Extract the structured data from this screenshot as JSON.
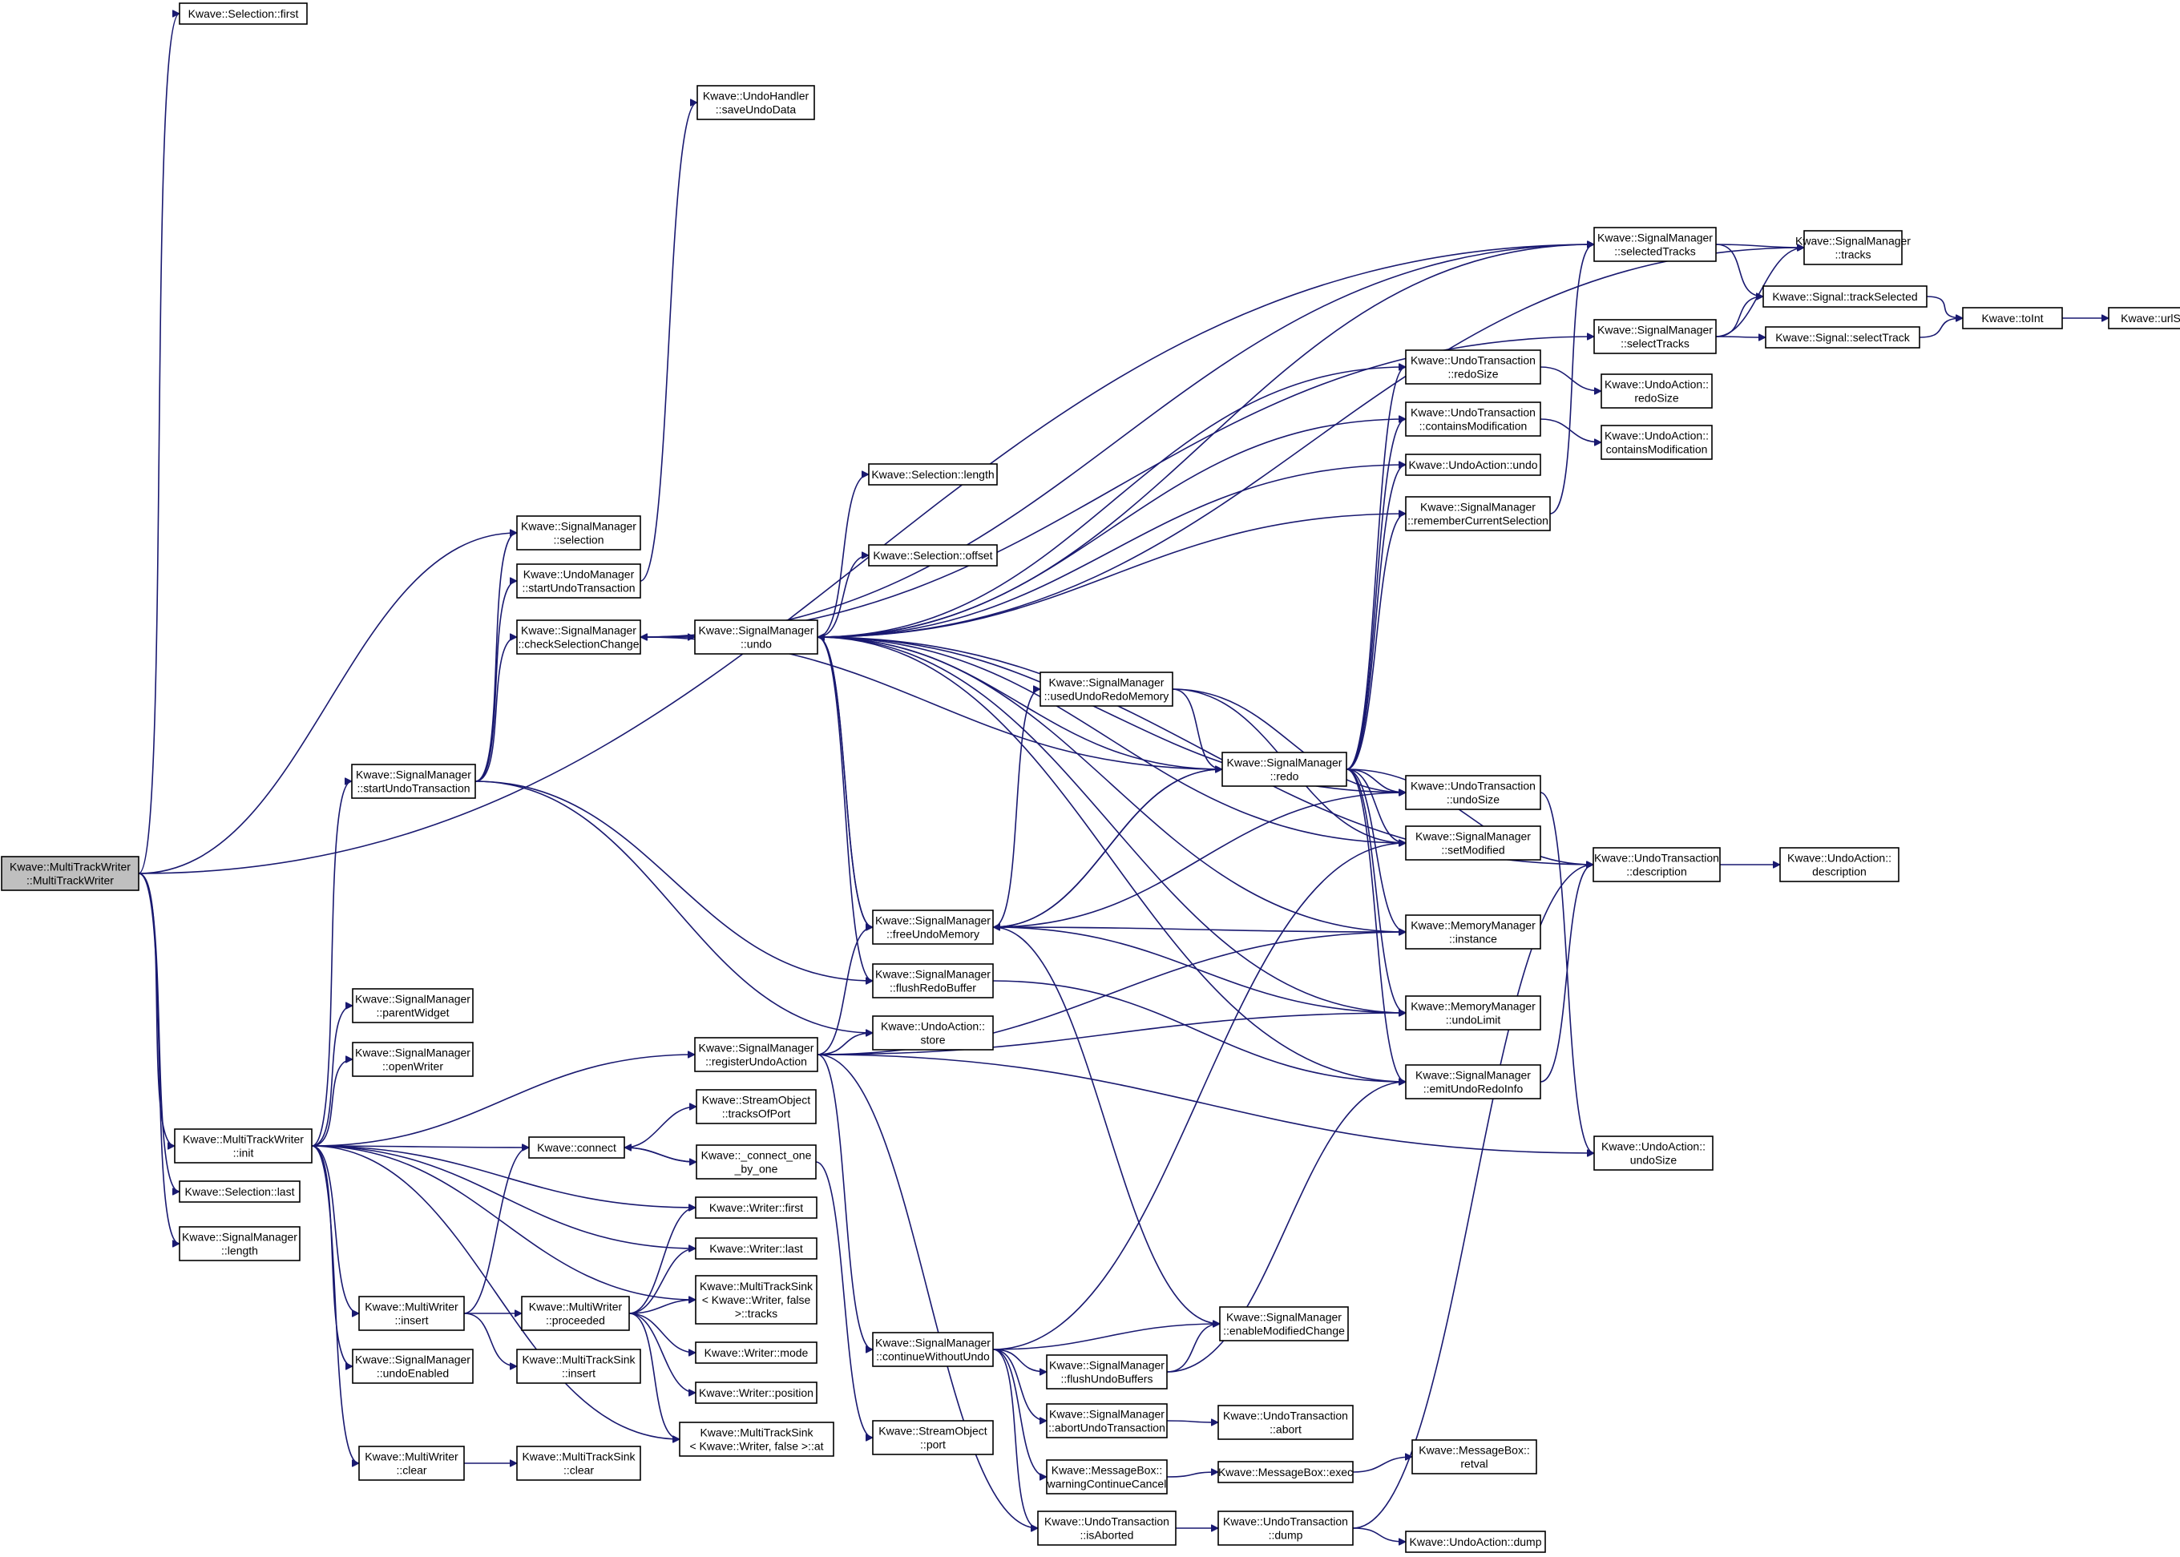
{
  "diagram": {
    "type": "call-graph",
    "root": "root",
    "colors": {
      "edge": "#191970",
      "node_border": "#000000",
      "node_fill": "#ffffff",
      "root_fill": "#bfbfbf"
    },
    "nodes": [
      {
        "id": "root",
        "lines": [
          "Kwave::MultiTrackWriter",
          "::MultiTrackWriter"
        ]
      },
      {
        "id": "sel_first",
        "lines": [
          "Kwave::Selection::first"
        ]
      },
      {
        "id": "sm_selection",
        "lines": [
          "Kwave::SignalManager",
          "::selection"
        ]
      },
      {
        "id": "um_start",
        "lines": [
          "Kwave::UndoManager",
          "::startUndoTransaction"
        ]
      },
      {
        "id": "uh_save",
        "lines": [
          "Kwave::UndoHandler",
          "::saveUndoData"
        ]
      },
      {
        "id": "sm_check",
        "lines": [
          "Kwave::SignalManager",
          "::checkSelectionChange"
        ]
      },
      {
        "id": "sm_undo",
        "lines": [
          "Kwave::SignalManager",
          "::undo"
        ]
      },
      {
        "id": "sm_start",
        "lines": [
          "Kwave::SignalManager",
          "::startUndoTransaction"
        ]
      },
      {
        "id": "mtw_init",
        "lines": [
          "Kwave::MultiTrackWriter",
          "::init"
        ]
      },
      {
        "id": "sel_last",
        "lines": [
          "Kwave::Selection::last"
        ]
      },
      {
        "id": "sm_length",
        "lines": [
          "Kwave::SignalManager",
          "::length"
        ]
      },
      {
        "id": "sm_parent",
        "lines": [
          "Kwave::SignalManager",
          "::parentWidget"
        ]
      },
      {
        "id": "sm_open",
        "lines": [
          "Kwave::SignalManager",
          "::openWriter"
        ]
      },
      {
        "id": "mw_insert",
        "lines": [
          "Kwave::MultiWriter",
          "::insert"
        ]
      },
      {
        "id": "sm_undoEnabled",
        "lines": [
          "Kwave::SignalManager",
          "::undoEnabled"
        ]
      },
      {
        "id": "mw_clear",
        "lines": [
          "Kwave::MultiWriter",
          "::clear"
        ]
      },
      {
        "id": "mw_proceeded",
        "lines": [
          "Kwave::MultiWriter",
          "::proceeded"
        ]
      },
      {
        "id": "mts_insert",
        "lines": [
          "Kwave::MultiTrackSink",
          "::insert"
        ]
      },
      {
        "id": "mts_clear",
        "lines": [
          "Kwave::MultiTrackSink",
          "::clear"
        ]
      },
      {
        "id": "connect",
        "lines": [
          "Kwave::connect"
        ]
      },
      {
        "id": "so_tracksOfPort",
        "lines": [
          "Kwave::StreamObject",
          "::tracksOfPort"
        ]
      },
      {
        "id": "connect_one",
        "lines": [
          "Kwave::_connect_one",
          "_by_one"
        ]
      },
      {
        "id": "w_first",
        "lines": [
          "Kwave::Writer::first"
        ]
      },
      {
        "id": "w_last",
        "lines": [
          "Kwave::Writer::last"
        ]
      },
      {
        "id": "mts_tracks",
        "lines": [
          "Kwave::MultiTrackSink",
          "< Kwave::Writer, false",
          ">::tracks"
        ]
      },
      {
        "id": "w_mode",
        "lines": [
          "Kwave::Writer::mode"
        ]
      },
      {
        "id": "w_position",
        "lines": [
          "Kwave::Writer::position"
        ]
      },
      {
        "id": "mts_at",
        "lines": [
          "Kwave::MultiTrackSink",
          "< Kwave::Writer, false >::at"
        ]
      },
      {
        "id": "sm_register",
        "lines": [
          "Kwave::SignalManager",
          "::registerUndoAction"
        ]
      },
      {
        "id": "ua_store",
        "lines": [
          "Kwave::UndoAction::",
          "store"
        ]
      },
      {
        "id": "sm_flushRedo",
        "lines": [
          "Kwave::SignalManager",
          "::flushRedoBuffer"
        ]
      },
      {
        "id": "sm_freeUndo",
        "lines": [
          "Kwave::SignalManager",
          "::freeUndoMemory"
        ]
      },
      {
        "id": "sel_length",
        "lines": [
          "Kwave::Selection::length"
        ]
      },
      {
        "id": "sel_offset",
        "lines": [
          "Kwave::Selection::offset"
        ]
      },
      {
        "id": "sm_usedUndo",
        "lines": [
          "Kwave::SignalManager",
          "::usedUndoRedoMemory"
        ]
      },
      {
        "id": "sm_continue",
        "lines": [
          "Kwave::SignalManager",
          "::continueWithoutUndo"
        ]
      },
      {
        "id": "so_port",
        "lines": [
          "Kwave::StreamObject",
          "::port"
        ]
      },
      {
        "id": "sm_flushUndoBuf",
        "lines": [
          "Kwave::SignalManager",
          "::flushUndoBuffers"
        ]
      },
      {
        "id": "sm_abortUndo",
        "lines": [
          "Kwave::SignalManager",
          "::abortUndoTransaction"
        ]
      },
      {
        "id": "mb_warning",
        "lines": [
          "Kwave::MessageBox::",
          "warningContinueCancel"
        ]
      },
      {
        "id": "ut_isAborted",
        "lines": [
          "Kwave::UndoTransaction",
          "::isAborted"
        ]
      },
      {
        "id": "sm_redo",
        "lines": [
          "Kwave::SignalManager",
          "::redo"
        ]
      },
      {
        "id": "sm_enableMod",
        "lines": [
          "Kwave::SignalManager",
          "::enableModifiedChange"
        ]
      },
      {
        "id": "ut_abort",
        "lines": [
          "Kwave::UndoTransaction",
          "::abort"
        ]
      },
      {
        "id": "mb_exec",
        "lines": [
          "Kwave::MessageBox::exec"
        ]
      },
      {
        "id": "mb_retval",
        "lines": [
          "Kwave::MessageBox::",
          "retval"
        ]
      },
      {
        "id": "ut_dump",
        "lines": [
          "Kwave::UndoTransaction",
          "::dump"
        ]
      },
      {
        "id": "ua_dump",
        "lines": [
          "Kwave::UndoAction::dump"
        ]
      },
      {
        "id": "ut_redoSize",
        "lines": [
          "Kwave::UndoTransaction",
          "::redoSize"
        ]
      },
      {
        "id": "ut_containsMod",
        "lines": [
          "Kwave::UndoTransaction",
          "::containsModification"
        ]
      },
      {
        "id": "ua_undo",
        "lines": [
          "Kwave::UndoAction::undo"
        ]
      },
      {
        "id": "sm_remember",
        "lines": [
          "Kwave::SignalManager",
          "::rememberCurrentSelection"
        ]
      },
      {
        "id": "ut_undoSize",
        "lines": [
          "Kwave::UndoTransaction",
          "::undoSize"
        ]
      },
      {
        "id": "sm_setModified",
        "lines": [
          "Kwave::SignalManager",
          "::setModified"
        ]
      },
      {
        "id": "mm_instance",
        "lines": [
          "Kwave::MemoryManager",
          "::instance"
        ]
      },
      {
        "id": "mm_undoLimit",
        "lines": [
          "Kwave::MemoryManager",
          "::undoLimit"
        ]
      },
      {
        "id": "sm_emitUndoRedo",
        "lines": [
          "Kwave::SignalManager",
          "::emitUndoRedoInfo"
        ]
      },
      {
        "id": "sm_selectedTracks",
        "lines": [
          "Kwave::SignalManager",
          "::selectedTracks"
        ]
      },
      {
        "id": "sm_selectTracks",
        "lines": [
          "Kwave::SignalManager",
          "::selectTracks"
        ]
      },
      {
        "id": "sm_tracks",
        "lines": [
          "Kwave::SignalManager",
          "::tracks"
        ]
      },
      {
        "id": "sig_trackSelected",
        "lines": [
          "Kwave::Signal::trackSelected"
        ]
      },
      {
        "id": "sig_selectTrack",
        "lines": [
          "Kwave::Signal::selectTrack"
        ]
      },
      {
        "id": "toInt",
        "lines": [
          "Kwave::toInt"
        ]
      },
      {
        "id": "urlScheme",
        "lines": [
          "Kwave::urlScheme"
        ]
      },
      {
        "id": "ua_redoSize",
        "lines": [
          "Kwave::UndoAction::",
          "redoSize"
        ]
      },
      {
        "id": "ua_containsMod",
        "lines": [
          "Kwave::UndoAction::",
          "containsModification"
        ]
      },
      {
        "id": "ut_description",
        "lines": [
          "Kwave::UndoTransaction",
          "::description"
        ]
      },
      {
        "id": "ua_description",
        "lines": [
          "Kwave::UndoAction::",
          "description"
        ]
      },
      {
        "id": "ua_undoSize",
        "lines": [
          "Kwave::UndoAction::",
          "undoSize"
        ]
      }
    ],
    "edges": [
      [
        "root",
        "sel_first"
      ],
      [
        "root",
        "sm_selection"
      ],
      [
        "root",
        "mtw_init"
      ],
      [
        "root",
        "sel_last"
      ],
      [
        "root",
        "sm_length"
      ],
      [
        "root",
        "sm_selectedTracks"
      ],
      [
        "mtw_init",
        "sm_start"
      ],
      [
        "mtw_init",
        "sm_parent"
      ],
      [
        "mtw_init",
        "sm_open"
      ],
      [
        "mtw_init",
        "sm_register"
      ],
      [
        "mtw_init",
        "connect"
      ],
      [
        "mtw_init",
        "mw_insert"
      ],
      [
        "mtw_init",
        "sm_undoEnabled"
      ],
      [
        "mtw_init",
        "mw_clear"
      ],
      [
        "mtw_init",
        "w_first"
      ],
      [
        "mtw_init",
        "w_last"
      ],
      [
        "mtw_init",
        "mts_tracks"
      ],
      [
        "mtw_init",
        "mts_at"
      ],
      [
        "sm_start",
        "sm_selection"
      ],
      [
        "sm_start",
        "um_start"
      ],
      [
        "sm_start",
        "sm_check"
      ],
      [
        "sm_start",
        "sm_flushRedo"
      ],
      [
        "sm_start",
        "ua_store"
      ],
      [
        "um_start",
        "uh_save"
      ],
      [
        "sm_check",
        "sm_undo"
      ],
      [
        "sm_check",
        "sm_selectedTracks"
      ],
      [
        "sm_check",
        "sm_selectTracks"
      ],
      [
        "sm_undo",
        "sm_check"
      ],
      [
        "sm_undo",
        "sel_length"
      ],
      [
        "sm_undo",
        "sel_offset"
      ],
      [
        "sm_undo",
        "sm_freeUndo"
      ],
      [
        "sm_undo",
        "sm_flushRedo"
      ],
      [
        "sm_undo",
        "ut_redoSize"
      ],
      [
        "sm_undo",
        "ut_containsMod"
      ],
      [
        "sm_undo",
        "ua_undo"
      ],
      [
        "sm_undo",
        "sm_remember"
      ],
      [
        "sm_undo",
        "ut_undoSize"
      ],
      [
        "sm_undo",
        "sm_setModified"
      ],
      [
        "sm_undo",
        "mm_instance"
      ],
      [
        "sm_undo",
        "mm_undoLimit"
      ],
      [
        "sm_undo",
        "sm_emitUndoRedo"
      ],
      [
        "sm_undo",
        "sm_selectedTracks"
      ],
      [
        "sm_undo",
        "sm_tracks"
      ],
      [
        "sm_undo",
        "ut_description"
      ],
      [
        "sm_freeUndo",
        "sm_undo"
      ],
      [
        "sm_freeUndo",
        "sm_usedUndo"
      ],
      [
        "sm_freeUndo",
        "sm_redo"
      ],
      [
        "sm_freeUndo",
        "ut_undoSize"
      ],
      [
        "sm_freeUndo",
        "mm_instance"
      ],
      [
        "sm_freeUndo",
        "mm_undoLimit"
      ],
      [
        "sm_freeUndo",
        "sm_enableMod"
      ],
      [
        "sm_usedUndo",
        "sm_redo"
      ],
      [
        "sm_usedUndo",
        "ut_undoSize"
      ],
      [
        "sm_usedUndo",
        "sm_setModified"
      ],
      [
        "sm_redo",
        "sm_check"
      ],
      [
        "sm_redo",
        "sm_freeUndo"
      ],
      [
        "sm_redo",
        "ut_redoSize"
      ],
      [
        "sm_redo",
        "ut_containsMod"
      ],
      [
        "sm_redo",
        "ua_undo"
      ],
      [
        "sm_redo",
        "sm_remember"
      ],
      [
        "sm_redo",
        "ut_undoSize"
      ],
      [
        "sm_redo",
        "sm_setModified"
      ],
      [
        "sm_redo",
        "mm_instance"
      ],
      [
        "sm_redo",
        "mm_undoLimit"
      ],
      [
        "sm_redo",
        "sm_emitUndoRedo"
      ],
      [
        "sm_redo",
        "ut_description"
      ],
      [
        "sm_redo",
        "sm_undo"
      ],
      [
        "sm_register",
        "sm_freeUndo"
      ],
      [
        "sm_register",
        "ua_store"
      ],
      [
        "sm_register",
        "mm_instance"
      ],
      [
        "sm_register",
        "mm_undoLimit"
      ],
      [
        "sm_register",
        "ua_undoSize"
      ],
      [
        "sm_register",
        "sm_continue"
      ],
      [
        "sm_register",
        "ut_isAborted"
      ],
      [
        "sm_continue",
        "sm_enableMod"
      ],
      [
        "sm_continue",
        "sm_flushUndoBuf"
      ],
      [
        "sm_continue",
        "sm_abortUndo"
      ],
      [
        "sm_continue",
        "mb_warning"
      ],
      [
        "sm_continue",
        "ut_isAborted"
      ],
      [
        "sm_continue",
        "sm_setModified"
      ],
      [
        "sm_flushUndoBuf",
        "sm_enableMod"
      ],
      [
        "sm_flushUndoBuf",
        "sm_emitUndoRedo"
      ],
      [
        "sm_abortUndo",
        "ut_abort"
      ],
      [
        "mb_warning",
        "mb_exec"
      ],
      [
        "mb_exec",
        "mb_retval"
      ],
      [
        "ut_isAborted",
        "ut_dump"
      ],
      [
        "ut_dump",
        "ua_dump"
      ],
      [
        "ut_dump",
        "ut_description"
      ],
      [
        "sm_flushRedo",
        "sm_emitUndoRedo"
      ],
      [
        "sm_emitUndoRedo",
        "ut_description"
      ],
      [
        "connect",
        "so_tracksOfPort"
      ],
      [
        "connect",
        "connect_one"
      ],
      [
        "connect_one",
        "connect"
      ],
      [
        "connect_one",
        "so_port"
      ],
      [
        "mw_insert",
        "connect"
      ],
      [
        "mw_insert",
        "mw_proceeded"
      ],
      [
        "mw_insert",
        "mts_insert"
      ],
      [
        "mw_proceeded",
        "w_first"
      ],
      [
        "mw_proceeded",
        "w_last"
      ],
      [
        "mw_proceeded",
        "mts_tracks"
      ],
      [
        "mw_proceeded",
        "w_mode"
      ],
      [
        "mw_proceeded",
        "w_position"
      ],
      [
        "mw_proceeded",
        "mts_at"
      ],
      [
        "mw_clear",
        "mts_clear"
      ],
      [
        "sm_remember",
        "sm_selectedTracks"
      ],
      [
        "ut_redoSize",
        "ua_redoSize"
      ],
      [
        "ut_containsMod",
        "ua_containsMod"
      ],
      [
        "ut_undoSize",
        "ua_undoSize"
      ],
      [
        "ut_description",
        "ua_description"
      ],
      [
        "sm_selectedTracks",
        "sm_tracks"
      ],
      [
        "sm_selectedTracks",
        "sig_trackSelected"
      ],
      [
        "sm_selectTracks",
        "sm_tracks"
      ],
      [
        "sm_selectTracks",
        "sig_trackSelected"
      ],
      [
        "sm_selectTracks",
        "sig_selectTrack"
      ],
      [
        "sig_trackSelected",
        "toInt"
      ],
      [
        "sig_selectTrack",
        "toInt"
      ],
      [
        "toInt",
        "urlScheme"
      ]
    ]
  }
}
